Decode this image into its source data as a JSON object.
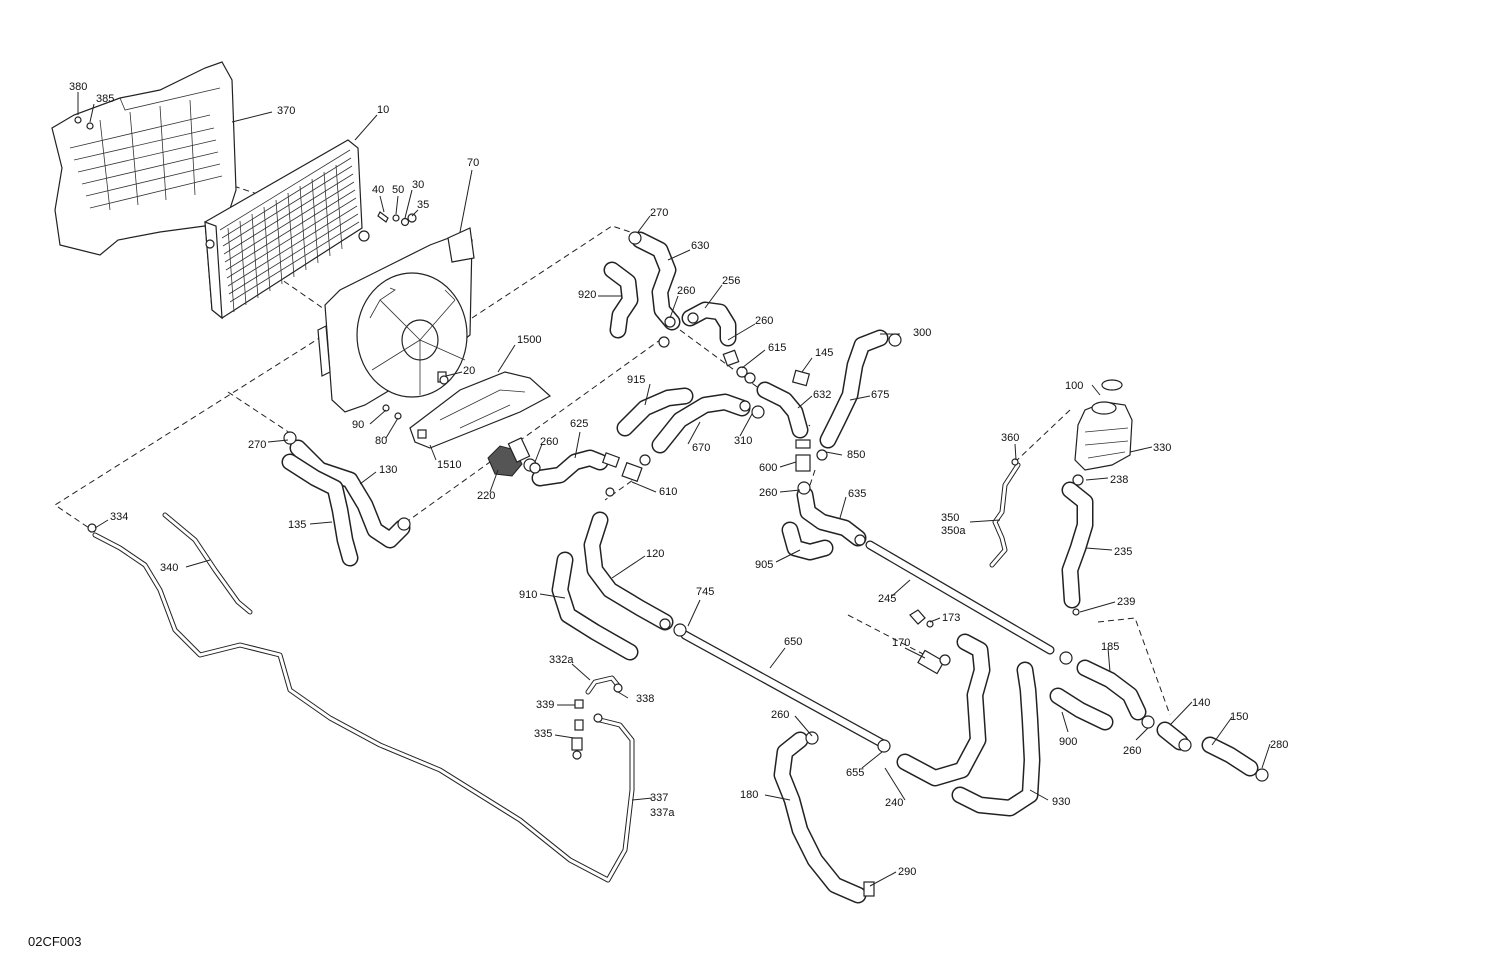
{
  "drawing": {
    "code": "02CF003",
    "callouts": [
      "380",
      "385",
      "370",
      "10",
      "40",
      "50",
      "30",
      "35",
      "70",
      "270",
      "630",
      "920",
      "260",
      "256",
      "260",
      "300",
      "615",
      "145",
      "1500",
      "20",
      "915",
      "632",
      "675",
      "90",
      "80",
      "310",
      "670",
      "625",
      "260",
      "1510",
      "270",
      "130",
      "220",
      "610",
      "600",
      "850",
      "260",
      "635",
      "135",
      "334",
      "340",
      "120",
      "905",
      "245",
      "910",
      "745",
      "173",
      "650",
      "170",
      "185",
      "332a",
      "338",
      "339",
      "140",
      "150",
      "335",
      "260",
      "900",
      "260",
      "280",
      "655",
      "240",
      "930",
      "180",
      "337",
      "337a",
      "290",
      "100",
      "360",
      "330",
      "238",
      "235",
      "350",
      "350a",
      "239"
    ]
  }
}
